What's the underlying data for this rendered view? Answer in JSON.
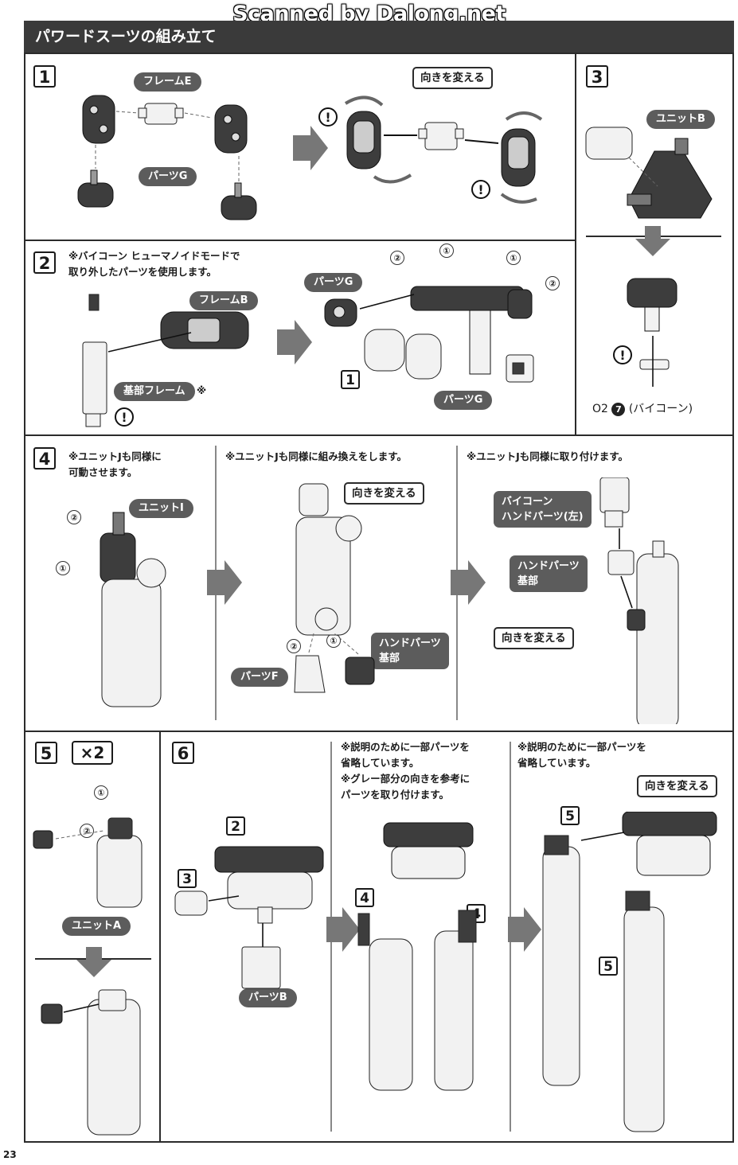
{
  "watermark": "Scanned by Dalong.net",
  "page_title": "パワードスーツの組み立て",
  "page_number": "23",
  "steps": {
    "s1": {
      "num": "1",
      "frame_e": "フレームE",
      "parts_g": "パーツG",
      "change_dir": "向きを変える",
      "warn": "!"
    },
    "s2": {
      "num": "2",
      "note": "※バイコーン ヒューマノイドモードで\n取り外したパーツを使用します。",
      "frame_b": "フレームB",
      "kihon_frame": "基部フレーム",
      "kihon_mark": "※",
      "parts_g": "パーツG",
      "parts_g2": "パーツG",
      "ref1": "1",
      "c1": "①",
      "c2": "②",
      "warn": "!"
    },
    "s3": {
      "num": "3",
      "unit_b": "ユニットB",
      "ref_prefix": "O2",
      "ref_num": "7",
      "ref_suffix": "(バイコーン)",
      "warn": "!"
    },
    "s4": {
      "num": "4",
      "note1": "※ユニットJも同様に\n可動させます。",
      "note2": "※ユニットJも同様に組み換えをします。",
      "note3": "※ユニットJも同様に取り付けます。",
      "unit_i": "ユニットI",
      "change_dir": "向きを変える",
      "hand_parts_base": "ハンドパーツ\n基部",
      "parts_f": "パーツF",
      "bicorn_hand": "バイコーン\nハンドパーツ(左)",
      "hand_parts_base2": "ハンドパーツ\n基部",
      "change_dir2": "向きを変える",
      "c1": "①",
      "c2": "②"
    },
    "s5": {
      "num": "5",
      "times": "×2",
      "unit_a": "ユニットA",
      "c1": "①",
      "c2": "②"
    },
    "s6": {
      "num": "6",
      "note1": "※説明のために一部パーツを\n省略しています。\n※グレー部分の向きを参考に\nパーツを取り付けます。",
      "note2": "※説明のために一部パーツを\n省略しています。",
      "parts_b": "パーツB",
      "change_dir": "向きを変える",
      "ref2": "2",
      "ref3": "3",
      "ref4a": "4",
      "ref4b": "4",
      "ref5a": "5",
      "ref5b": "5"
    }
  }
}
